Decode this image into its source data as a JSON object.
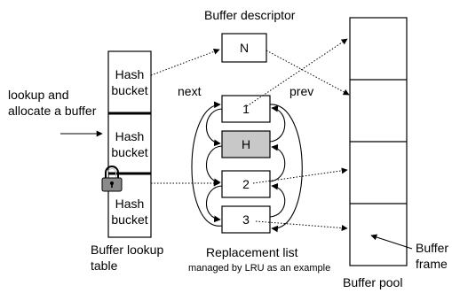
{
  "texts": {
    "buffer_descriptor": "Buffer descriptor",
    "lookup_line1": "lookup and",
    "lookup_line2": "allocate a buffer",
    "next": "next",
    "prev": "prev",
    "buffer_lookup_line1": "Buffer lookup",
    "buffer_lookup_line2": "table",
    "replacement_list": "Replacement list",
    "managed_by": "managed by LRU as an example",
    "buffer_frame_line1": "Buffer",
    "buffer_frame_line2": "frame",
    "buffer_pool": "Buffer pool"
  },
  "hash_buckets": [
    {
      "line1": "Hash",
      "line2": "bucket"
    },
    {
      "line1": "Hash",
      "line2": "bucket"
    },
    {
      "line1": "Hash",
      "line2": "bucket"
    }
  ],
  "descriptor_label": "N",
  "list_nodes": [
    {
      "label": "1",
      "highlighted": false
    },
    {
      "label": "H",
      "highlighted": true
    },
    {
      "label": "2",
      "highlighted": false
    },
    {
      "label": "3",
      "highlighted": false
    }
  ],
  "pool_frame_count": 4,
  "colors": {
    "stroke": "#000000",
    "highlight_fill": "#c8c8c8",
    "box_fill": "#ffffff",
    "lock_fill": "#8a8a8a"
  },
  "icons": {
    "lock": "lock-icon"
  }
}
